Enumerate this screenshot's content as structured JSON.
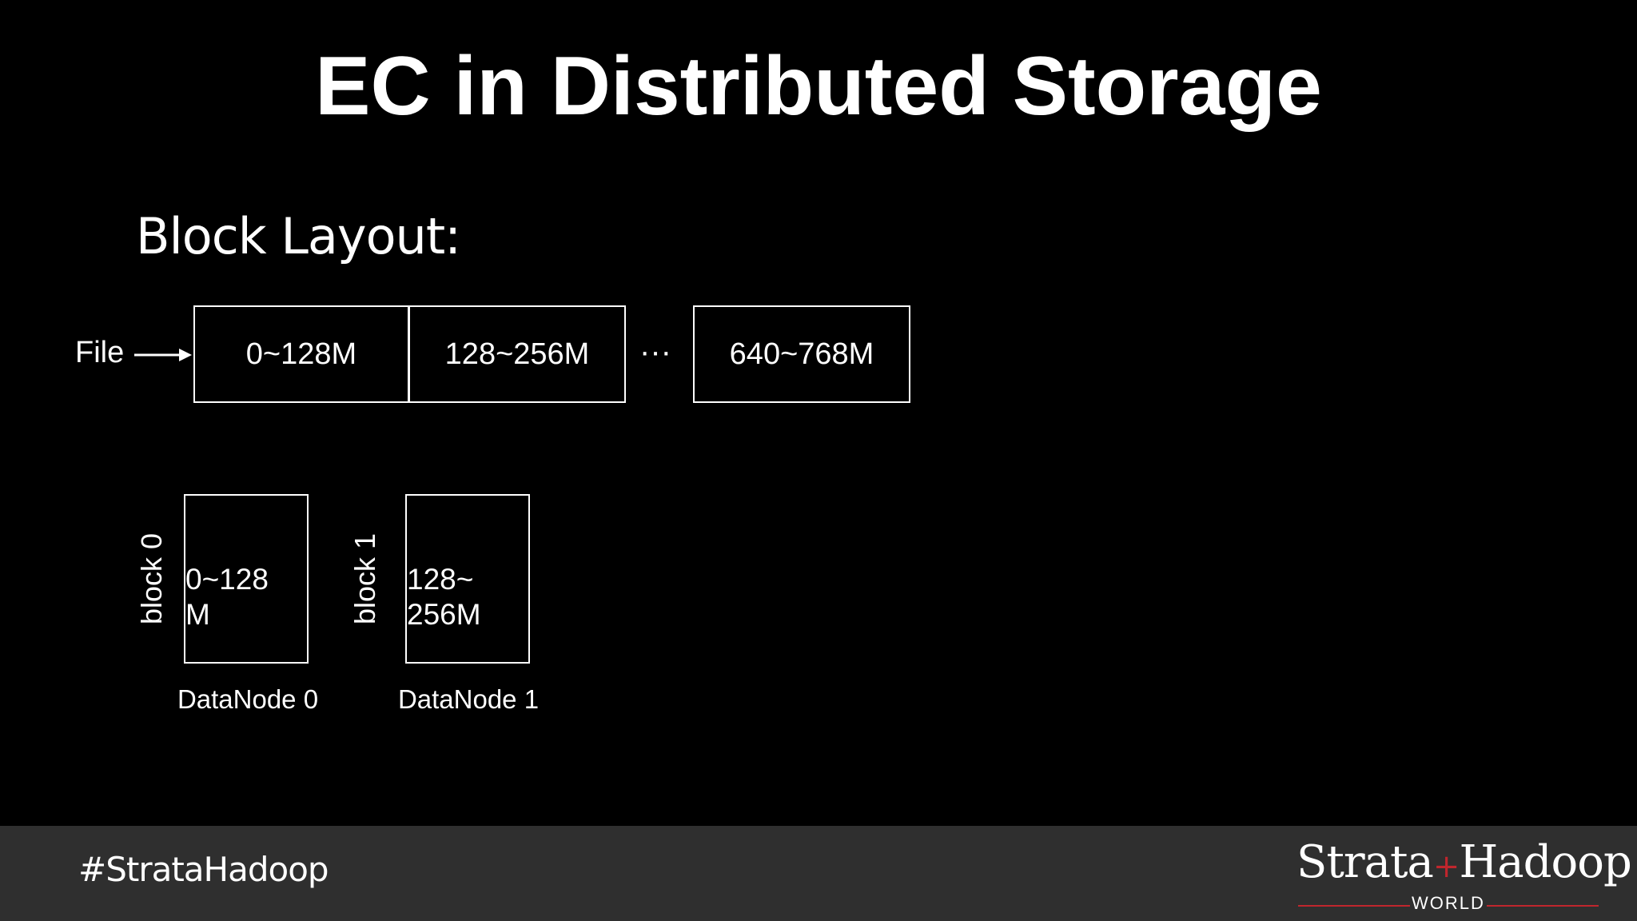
{
  "slide": {
    "title": "EC in Distributed Storage",
    "subtitle": "Block Layout:"
  },
  "file_row": {
    "file_label": "File",
    "segments": [
      "0~128M",
      "128~256M",
      "640~768M"
    ],
    "ellipsis": "···"
  },
  "blocks": [
    {
      "label": "block 0",
      "content_line1": "0~128",
      "content_line2": "M",
      "datanode": "DataNode 0"
    },
    {
      "label": "block 1",
      "content_line1": "128~",
      "content_line2": "256M",
      "datanode": "DataNode 1"
    }
  ],
  "footer": {
    "hashtag": "#StrataHadoop",
    "logo_left": "Strata",
    "logo_plus": "+",
    "logo_right": "Hadoop",
    "logo_sub": "WORLD",
    "accent_color": "#c0262d"
  }
}
